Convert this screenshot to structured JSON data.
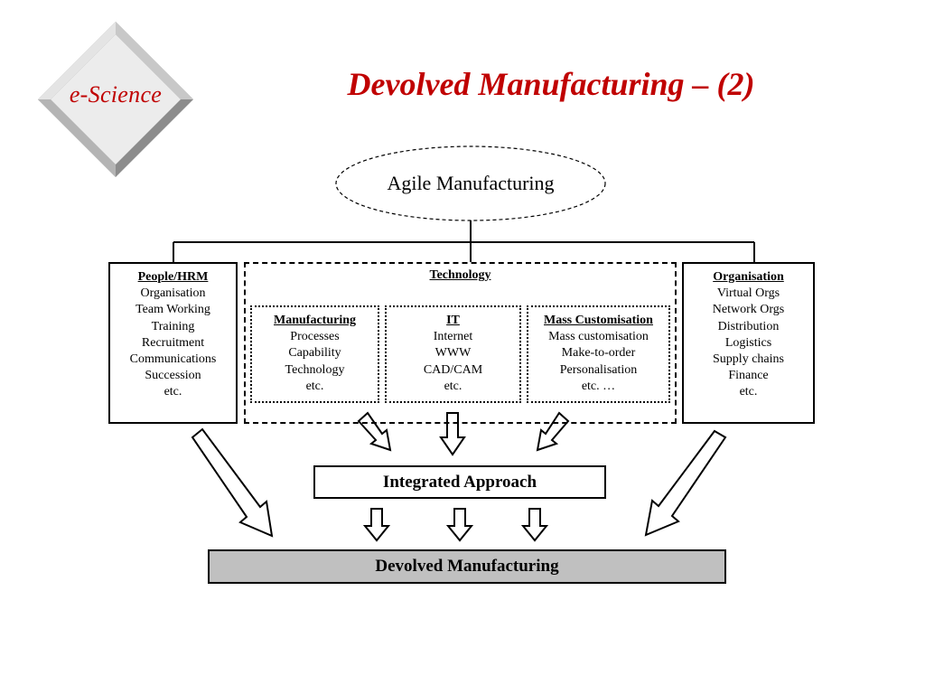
{
  "logo": {
    "text": "e-Science"
  },
  "title": "Devolved Manufacturing – (2)",
  "diagram": {
    "top_node": "Agile Manufacturing",
    "people": {
      "heading": "People/HRM",
      "items": [
        "Organisation",
        "Team Working",
        "Training",
        "Recruitment",
        "Communications",
        "Succession",
        "etc."
      ]
    },
    "technology": {
      "heading": "Technology",
      "manufacturing": {
        "heading": "Manufacturing",
        "items": [
          "Processes",
          "Capability",
          "Technology",
          "etc."
        ]
      },
      "it": {
        "heading": "IT",
        "items": [
          "Internet",
          "WWW",
          "CAD/CAM",
          "etc."
        ]
      },
      "mass_customisation": {
        "heading": "Mass Customisation",
        "items": [
          "Mass customisation",
          "Make-to-order",
          "Personalisation",
          "etc. …"
        ]
      }
    },
    "organisation": {
      "heading": "Organisation",
      "items": [
        "Virtual Orgs",
        "Network Orgs",
        "Distribution",
        "Logistics",
        "Supply chains",
        "Finance",
        "etc."
      ]
    },
    "integrated": "Integrated Approach",
    "result": "Devolved Manufacturing"
  },
  "colors": {
    "title": "#c00000",
    "result_fill": "#c0c0c0"
  }
}
